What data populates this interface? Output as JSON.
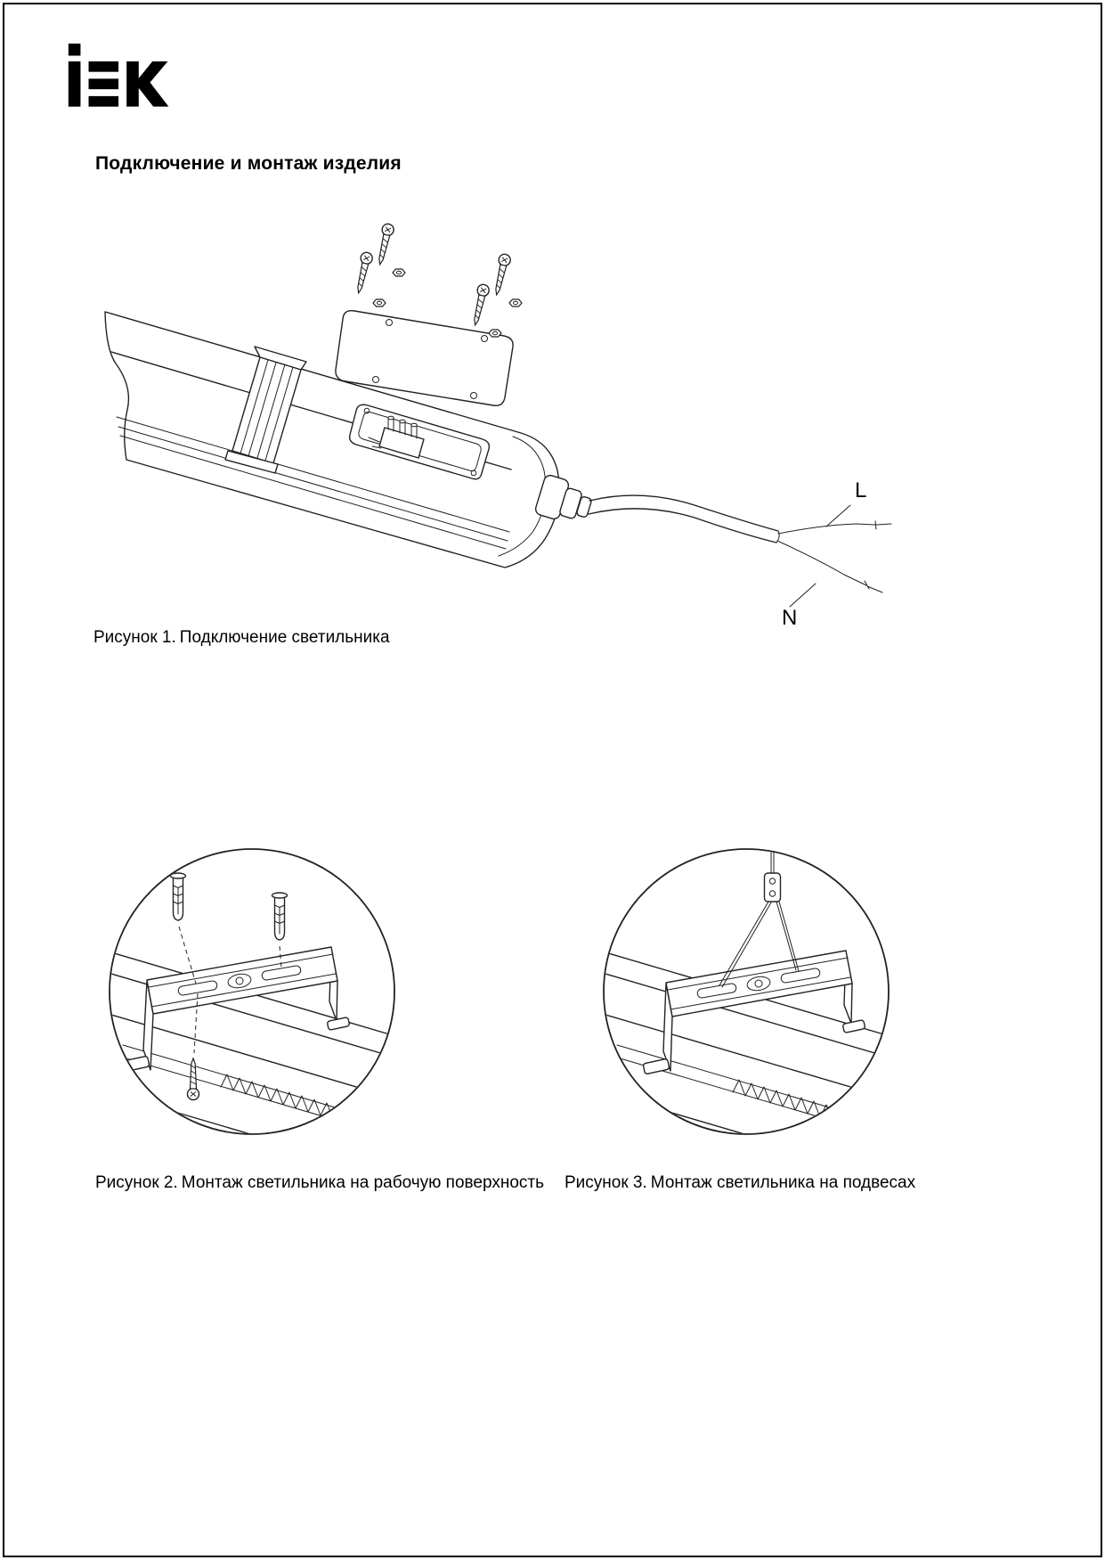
{
  "page": {
    "brand": "IEK",
    "heading": "Подключение и монтаж изделия"
  },
  "figure1": {
    "label": "Рисунок 1.",
    "caption": "Подключение светильника",
    "wire_l": "L",
    "wire_n": "N"
  },
  "figure2": {
    "label": "Рисунок 2.",
    "caption": "Монтаж светильника на рабочую поверхность"
  },
  "figure3": {
    "label": "Рисунок 3.",
    "caption": "Монтаж светильника на подвесах"
  }
}
